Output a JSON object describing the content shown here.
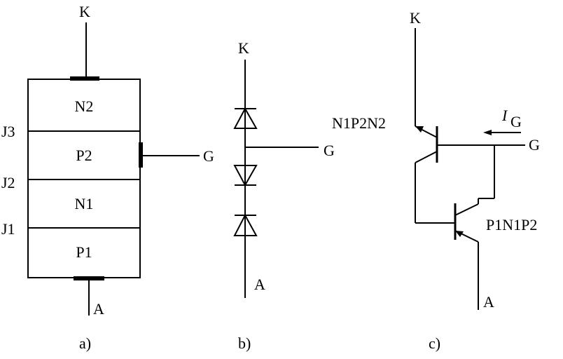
{
  "a": {
    "layers": [
      "N2",
      "P2",
      "N1",
      "P1"
    ],
    "junctions": [
      "J3",
      "J2",
      "J1"
    ],
    "terminals": {
      "k": "K",
      "g": "G",
      "a": "A"
    },
    "caption": "a)"
  },
  "b": {
    "terminals": {
      "k": "K",
      "g": "G",
      "a": "A"
    },
    "caption": "b)"
  },
  "c": {
    "terminals": {
      "k": "K",
      "g": "G",
      "a": "A"
    },
    "upper_transistor": "N1P2N2",
    "lower_transistor": "P1N1P2",
    "gate_current_symbol": "I",
    "gate_current_subscript": "G",
    "caption": "c)"
  }
}
